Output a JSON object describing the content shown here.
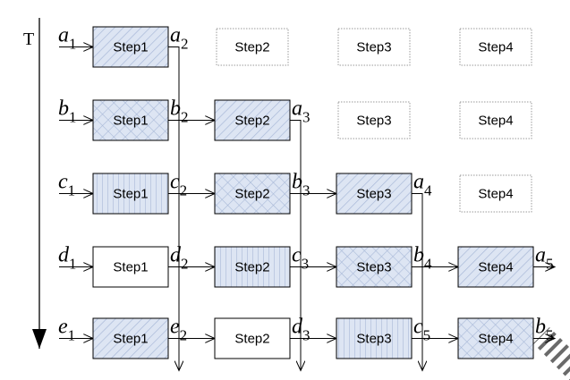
{
  "time_label": "T",
  "box_label_prefix": "Step",
  "rows": [
    {
      "input": {
        "letter": "a",
        "index": "1"
      },
      "step1_output": {
        "letter": "a",
        "index": "2"
      },
      "step2_output": null,
      "step3_output": null,
      "step4_output": null
    },
    {
      "input": {
        "letter": "b",
        "index": "1"
      },
      "step1_output": {
        "letter": "b",
        "index": "2"
      },
      "step2_output": {
        "letter": "a",
        "index": "3"
      },
      "step3_output": null,
      "step4_output": null
    },
    {
      "input": {
        "letter": "c",
        "index": "1"
      },
      "step1_output": {
        "letter": "c",
        "index": "2"
      },
      "step2_output": {
        "letter": "b",
        "index": "3"
      },
      "step3_output": {
        "letter": "a",
        "index": "4"
      },
      "step4_output": null
    },
    {
      "input": {
        "letter": "d",
        "index": "1"
      },
      "step1_output": {
        "letter": "d",
        "index": "2"
      },
      "step2_output": {
        "letter": "c",
        "index": "3"
      },
      "step3_output": {
        "letter": "b",
        "index": "4"
      },
      "step4_output": {
        "letter": "a",
        "index": "5"
      }
    },
    {
      "input": {
        "letter": "e",
        "index": "1"
      },
      "step1_output": {
        "letter": "e",
        "index": "2"
      },
      "step2_output": {
        "letter": "d",
        "index": "3"
      },
      "step3_output": {
        "letter": "c",
        "index": "5"
      },
      "step4_output": {
        "letter": "b",
        "index": "5"
      }
    }
  ],
  "cells": [
    [
      "Step1",
      "Step2",
      "Step3",
      "Step4"
    ],
    [
      "Step1",
      "Step2",
      "Step3",
      "Step4"
    ],
    [
      "Step1",
      "Step2",
      "Step3",
      "Step4"
    ],
    [
      "Step1",
      "Step2",
      "Step3",
      "Step4"
    ],
    [
      "Step1",
      "Step2",
      "Step3",
      "Step4"
    ]
  ],
  "cell_styles": [
    [
      "diag",
      "idle",
      "idle",
      "idle"
    ],
    [
      "cross",
      "diag",
      "idle",
      "idle"
    ],
    [
      "vert",
      "cross",
      "diag",
      "idle"
    ],
    [
      "plain",
      "vert",
      "cross",
      "diag"
    ],
    [
      "diag",
      "plain",
      "vert",
      "cross"
    ]
  ],
  "colors": {
    "active_fill": "#dde5f3",
    "hatch": "#a9b9d8",
    "idle_border": "#9a9a9a",
    "line": "#000000"
  }
}
